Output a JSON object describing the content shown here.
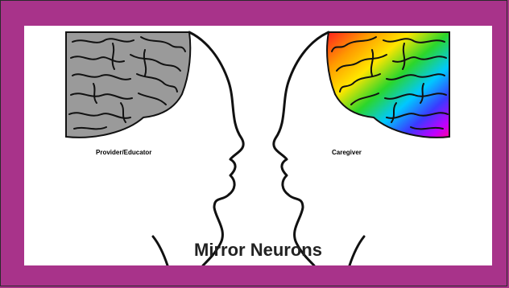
{
  "slide": {
    "left_label": "Provider/Educator",
    "right_label": "Caregiver",
    "title": "Mirror Neurons"
  },
  "colors": {
    "frame_background": "#a8338a",
    "slide_background": "#ffffff",
    "left_brain": "#9a9a9a",
    "right_brain_gradient": [
      "#ff2020",
      "#ff9a00",
      "#ffe600",
      "#2bd62b",
      "#00c8ff",
      "#3a3aff",
      "#c000ff",
      "#ff00a0"
    ]
  }
}
